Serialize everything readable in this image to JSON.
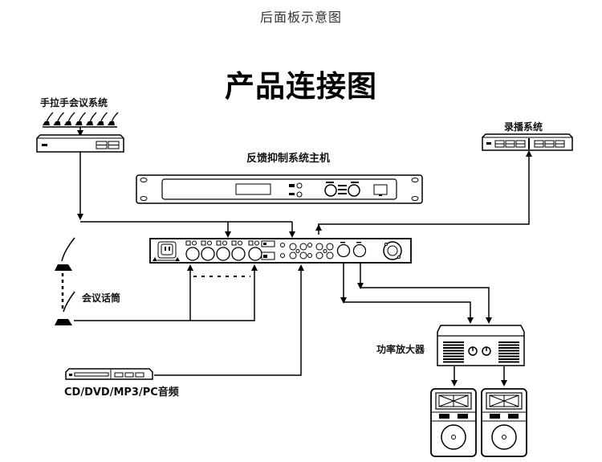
{
  "header": {
    "subtitle": "后面板示意图",
    "title": "产品连接图"
  },
  "devices": {
    "conference_system": {
      "label": "手拉手会议系统",
      "mic_count": 7
    },
    "recording_system": {
      "label": "录播系统"
    },
    "main_unit": {
      "label": "反馈抑制系统主机"
    },
    "conference_mic": {
      "label": "会议话筒"
    },
    "media_source": {
      "label": "CD/DVD/MP3/PC音频"
    },
    "power_amplifier": {
      "label": "功率放大器"
    },
    "speakers": {
      "count": 2
    }
  },
  "colors": {
    "line": "#000000",
    "subtitle": "#333333",
    "background": "#ffffff"
  }
}
